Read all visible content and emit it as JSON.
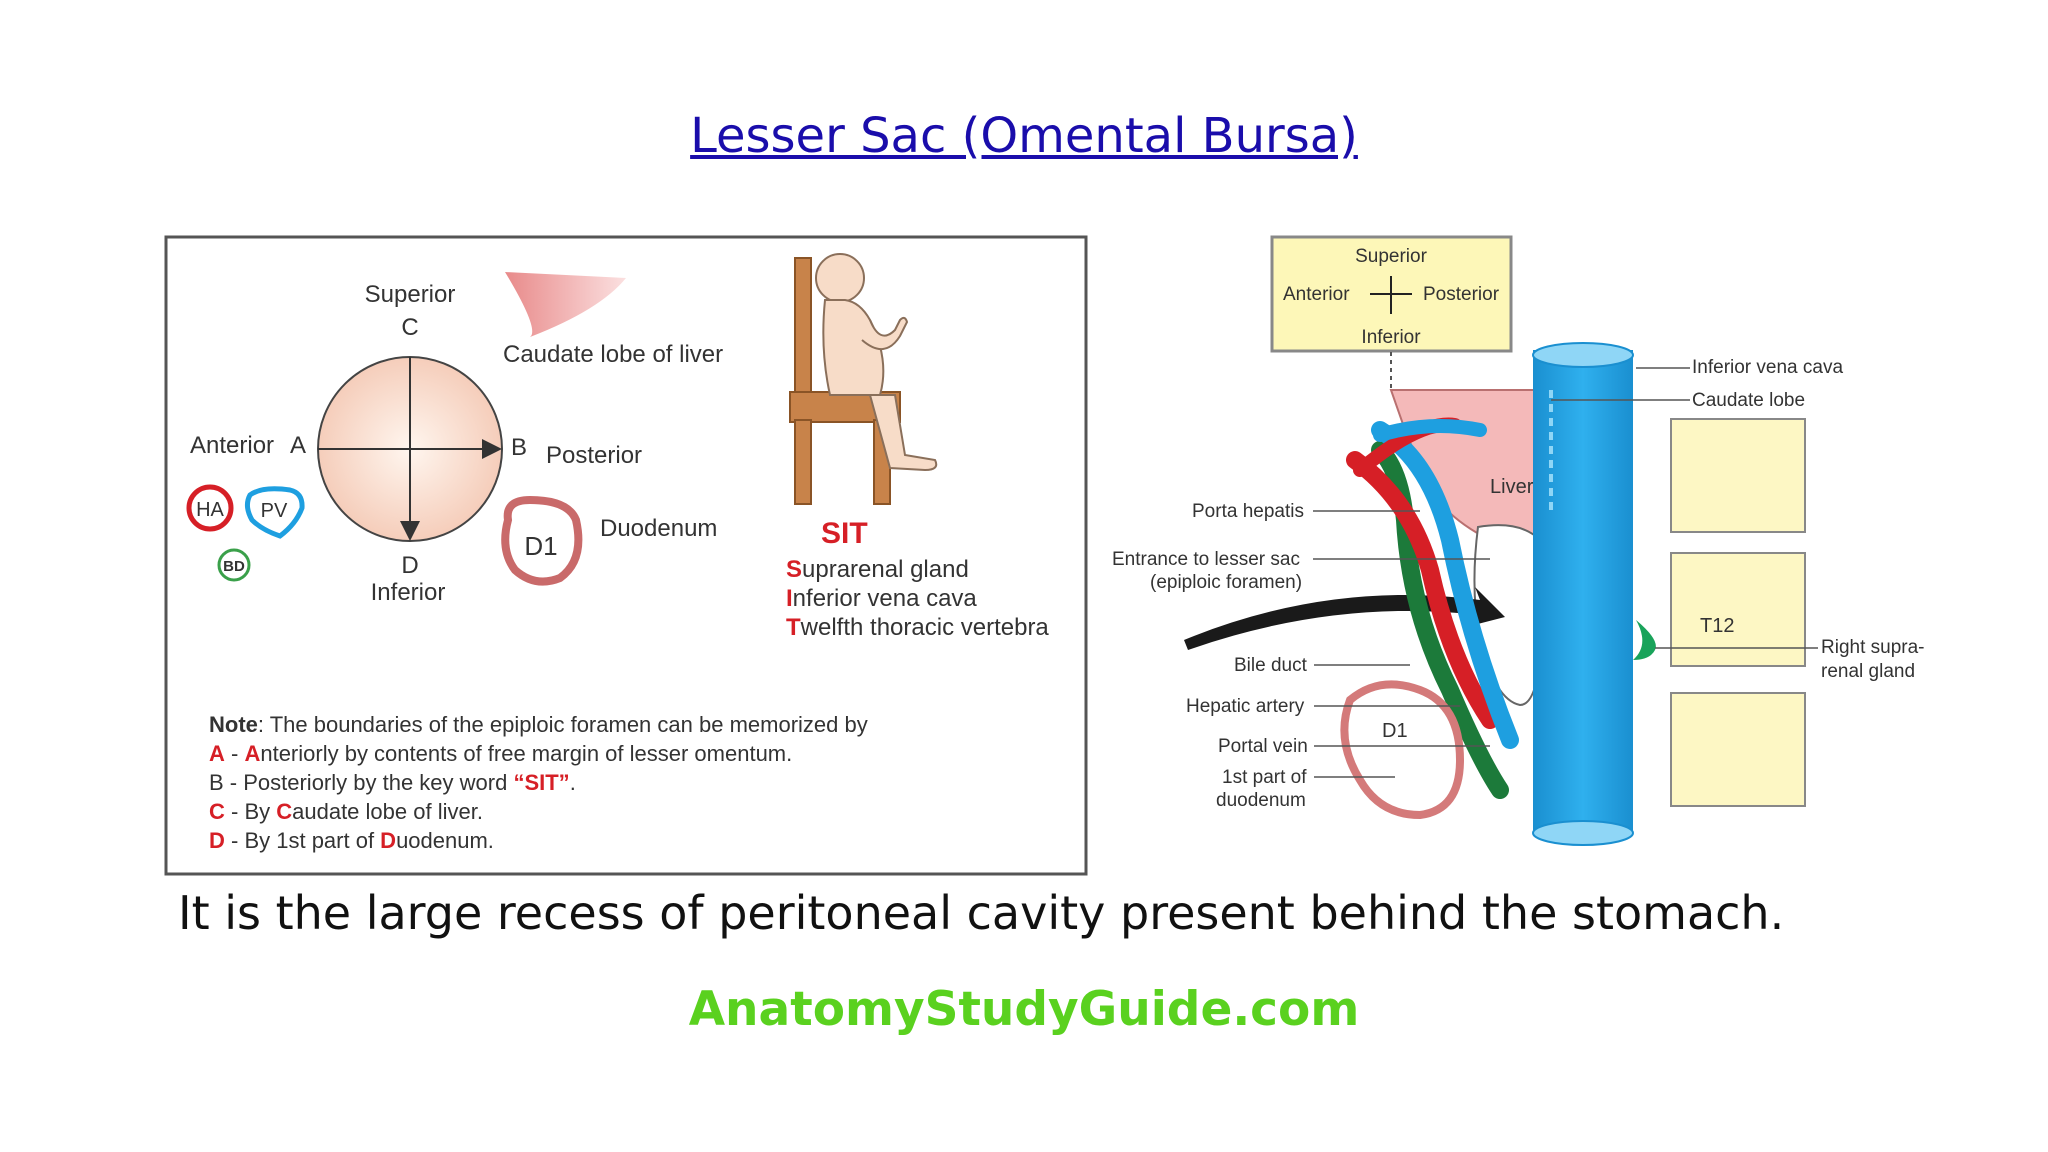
{
  "title": "Lesser Sac (Omental Bursa)",
  "left_panel": {
    "superior": "Superior",
    "c": "C",
    "anterior": "Anterior",
    "a": "A",
    "b": "B",
    "posterior": "Posterior",
    "d": "D",
    "inferior": "Inferior",
    "caudate": "Caudate lobe of liver",
    "ha": "HA",
    "pv": "PV",
    "bd": "BD",
    "d1": "D1",
    "duodenum": "Duodenum",
    "sit": "SIT",
    "sit_lines": [
      {
        "initial": "S",
        "rest": "uprarenal gland"
      },
      {
        "initial": "I",
        "rest": "nferior vena cava"
      },
      {
        "initial": "T",
        "rest": "welfth thoracic vertebra"
      }
    ],
    "note_label": "Note",
    "note_text": ": The boundaries of the epiploic foramen can be memorized by",
    "note_a_pre": "A",
    "note_a_dash": " - ",
    "note_a_init": "A",
    "note_a_rest": "nteriorly by contents of free margin of lesser omentum.",
    "note_b_text": "B - Posteriorly by the key word ",
    "note_b_sit": "“SIT”",
    "note_b_end": ".",
    "note_c_pre": "C",
    "note_c_mid": " - By ",
    "note_c_init": "C",
    "note_c_rest": "audate lobe of liver.",
    "note_d_pre": "D",
    "note_d_mid": " - By 1st part of ",
    "note_d_init": "D",
    "note_d_rest": "uodenum."
  },
  "right_panel": {
    "box_superior": "Superior",
    "box_anterior": "Anterior",
    "box_posterior": "Posterior",
    "box_inferior": "Inferior",
    "ivc": "Inferior vena cava",
    "caudate_lobe": "Caudate lobe",
    "liver": "Liver",
    "porta_hepatis": "Porta hepatis",
    "entrance_1": "Entrance to lesser sac",
    "entrance_2": "(epiploic foramen)",
    "bile_duct": "Bile duct",
    "hepatic_artery": "Hepatic artery",
    "portal_vein": "Portal vein",
    "first_part_1": "1st part of",
    "first_part_2": "duodenum",
    "d1": "D1",
    "t12": "T12",
    "supra_1": "Right supra-",
    "supra_2": "renal gland"
  },
  "caption": "It is the large recess of peritoneal cavity present behind the stomach.",
  "brand": "AnatomyStudyGuide.com",
  "colors": {
    "link": "#1a0dab",
    "red": "#d61f26",
    "blue": "#1e9fe0",
    "green": "#5ad11f"
  }
}
